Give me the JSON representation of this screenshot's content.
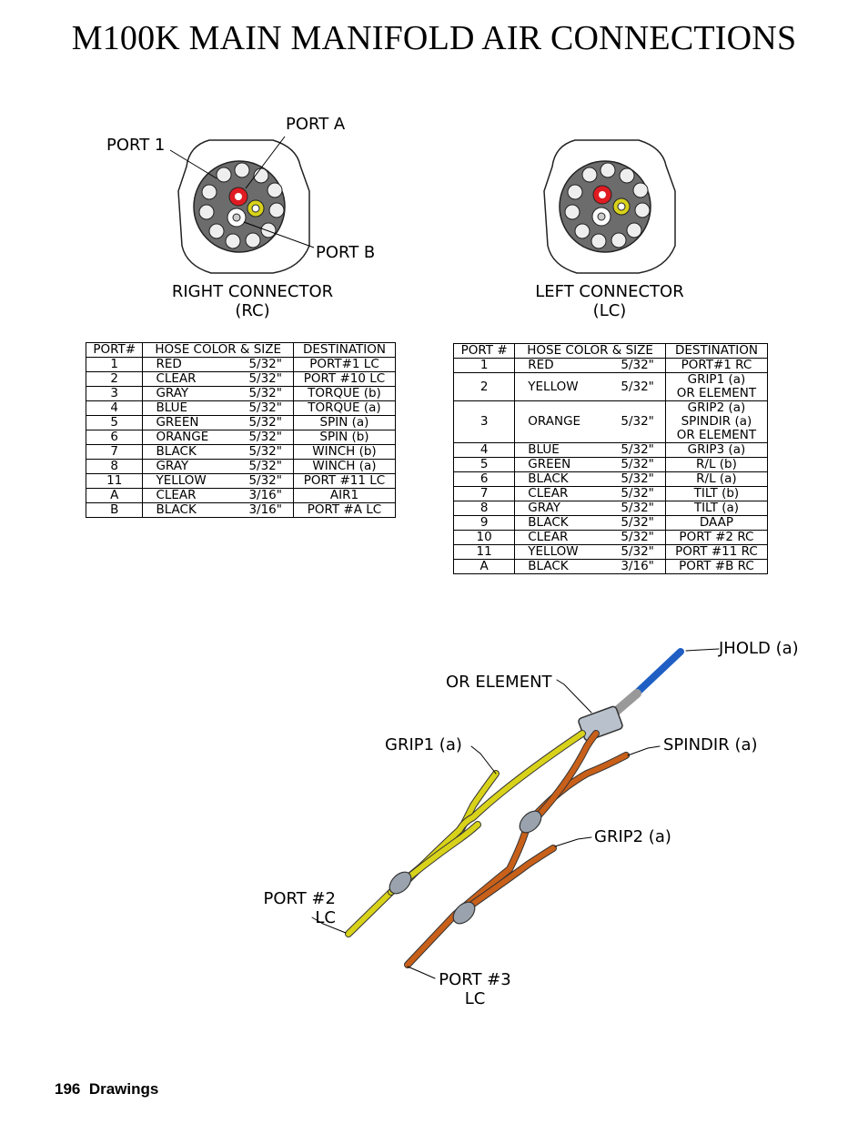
{
  "title": "M100K MAIN MANIFOLD AIR CONNECTIONS",
  "connectors": {
    "right": {
      "name_line1": "RIGHT CONNECTOR",
      "name_line2": "(RC)",
      "port1": "PORT 1",
      "porta": "PORT A",
      "portb": "PORT B"
    },
    "left": {
      "name_line1": "LEFT CONNECTOR",
      "name_line2": "(LC)"
    }
  },
  "rc_table": {
    "headers": [
      "PORT#",
      "HOSE COLOR & SIZE",
      "DESTINATION"
    ],
    "rows": [
      {
        "port": "1",
        "color": "RED",
        "size": "5/32\"",
        "dest": "PORT#1 LC"
      },
      {
        "port": "2",
        "color": "CLEAR",
        "size": "5/32\"",
        "dest": "PORT #10 LC"
      },
      {
        "port": "3",
        "color": "GRAY",
        "size": "5/32\"",
        "dest": "TORQUE  (b)"
      },
      {
        "port": "4",
        "color": "BLUE",
        "size": "5/32\"",
        "dest": "TORQUE  (a)"
      },
      {
        "port": "5",
        "color": "GREEN",
        "size": "5/32\"",
        "dest": "SPIN  (a)"
      },
      {
        "port": "6",
        "color": "ORANGE",
        "size": "5/32\"",
        "dest": "SPIN  (b)"
      },
      {
        "port": "7",
        "color": "BLACK",
        "size": "5/32\"",
        "dest": "WINCH  (b)"
      },
      {
        "port": "8",
        "color": "GRAY",
        "size": "5/32\"",
        "dest": "WINCH  (a)"
      },
      {
        "port": "11",
        "color": "YELLOW",
        "size": "5/32\"",
        "dest": "PORT #11 LC"
      },
      {
        "port": "A",
        "color": "CLEAR",
        "size": "3/16\"",
        "dest": "AIR1"
      },
      {
        "port": "B",
        "color": "BLACK",
        "size": "3/16\"",
        "dest": "PORT #A LC"
      }
    ]
  },
  "lc_table": {
    "headers": [
      "PORT #",
      "HOSE COLOR & SIZE",
      "DESTINATION"
    ],
    "rows": [
      {
        "port": "1",
        "color": "RED",
        "size": "5/32\"",
        "dest": [
          "PORT#1 RC"
        ]
      },
      {
        "port": "2",
        "color": "YELLOW",
        "size": "5/32\"",
        "dest": [
          "GRIP1  (a)",
          "OR ELEMENT"
        ]
      },
      {
        "port": "3",
        "color": "ORANGE",
        "size": "5/32\"",
        "dest": [
          "GRIP2  (a)",
          "SPINDIR (a)",
          "OR ELEMENT"
        ]
      },
      {
        "port": "4",
        "color": "BLUE",
        "size": "5/32\"",
        "dest": [
          "GRIP3  (a)"
        ]
      },
      {
        "port": "5",
        "color": "GREEN",
        "size": "5/32\"",
        "dest": [
          "R/L  (b)"
        ]
      },
      {
        "port": "6",
        "color": "BLACK",
        "size": "5/32\"",
        "dest": [
          "R/L  (a)"
        ]
      },
      {
        "port": "7",
        "color": "CLEAR",
        "size": "5/32\"",
        "dest": [
          "TILT  (b)"
        ]
      },
      {
        "port": "8",
        "color": "GRAY",
        "size": "5/32\"",
        "dest": [
          "TILT  (a)"
        ]
      },
      {
        "port": "9",
        "color": "BLACK",
        "size": "5/32\"",
        "dest": [
          "DAAP"
        ]
      },
      {
        "port": "10",
        "color": "CLEAR",
        "size": "5/32\"",
        "dest": [
          "PORT #2 RC"
        ]
      },
      {
        "port": "11",
        "color": "YELLOW",
        "size": "5/32\"",
        "dest": [
          "PORT #11 RC"
        ]
      },
      {
        "port": "A",
        "color": "BLACK",
        "size": "3/16\"",
        "dest": [
          "PORT #B RC"
        ]
      }
    ]
  },
  "hose_labels": {
    "jhold": "JHOLD (a)",
    "or_element": "OR ELEMENT",
    "grip1": "GRIP1 (a)",
    "spindir": "SPINDIR (a)",
    "grip2": "GRIP2 (a)",
    "port2_line1": "PORT #2",
    "port2_line2": "LC",
    "port3_line1": "PORT #3",
    "port3_line2": "LC"
  },
  "colors": {
    "red": "#e11b22",
    "yellow": "#d8d21a",
    "orange": "#c8601a",
    "blue": "#1f5fc4",
    "connector_gray": "#6c6c6c"
  },
  "footer": {
    "page": "196",
    "section": "Drawings"
  }
}
